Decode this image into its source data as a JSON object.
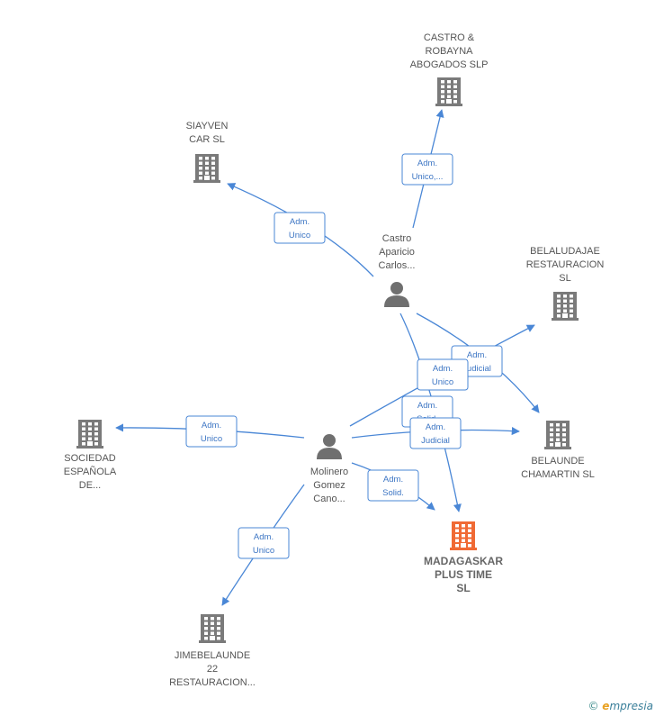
{
  "colors": {
    "edge": "#4a87d6",
    "company": "#7a7a7a",
    "highlight": "#f06a35",
    "person": "#6f6f6f"
  },
  "nodes": [
    {
      "id": "castro_robayna",
      "kind": "company",
      "label": [
        "CASTRO &",
        "ROBAYNA",
        "ABOGADOS  SLP"
      ]
    },
    {
      "id": "siayven",
      "kind": "company",
      "label": [
        "SIAYVEN",
        "CAR  SL"
      ]
    },
    {
      "id": "belaludajae",
      "kind": "company",
      "label": [
        "BELALUDAJAE",
        "RESTAURACION",
        "SL"
      ]
    },
    {
      "id": "castro_person",
      "kind": "person",
      "label": [
        "Castro",
        "Aparicio",
        "Carlos..."
      ]
    },
    {
      "id": "sociedad",
      "kind": "company",
      "label": [
        "SOCIEDAD",
        "ESPAÑOLA",
        "DE..."
      ]
    },
    {
      "id": "molinero",
      "kind": "person",
      "label": [
        "Molinero",
        "Gomez",
        "Cano..."
      ]
    },
    {
      "id": "belaunde",
      "kind": "company",
      "label": [
        "BELAUNDE",
        "CHAMARTIN SL"
      ]
    },
    {
      "id": "madagaskar",
      "kind": "highlight",
      "label": [
        "MADAGASKAR",
        "PLUS TIME",
        "SL"
      ]
    },
    {
      "id": "jimebelaunde",
      "kind": "company",
      "label": [
        "JIMEBELAUNDE",
        "22",
        "RESTAURACION..."
      ]
    }
  ],
  "edges": [
    {
      "from": "castro_person",
      "to": "castro_robayna",
      "label": [
        "Adm.",
        "Unico,..."
      ]
    },
    {
      "from": "castro_person",
      "to": "siayven",
      "label": [
        "Adm.",
        "Unico"
      ]
    },
    {
      "from": "castro_person",
      "to": "belaunde",
      "label": [
        "Adm.",
        "Judicial"
      ]
    },
    {
      "from": "castro_person",
      "to": "madagaskar",
      "label": [
        "Adm.",
        "Solid."
      ]
    },
    {
      "from": "molinero",
      "to": "belaludajae",
      "label": [
        "Adm.",
        "Unico"
      ]
    },
    {
      "from": "molinero",
      "to": "sociedad",
      "label": [
        "Adm.",
        "Unico"
      ]
    },
    {
      "from": "molinero",
      "to": "belaunde",
      "label": [
        "Adm.",
        "Judicial"
      ]
    },
    {
      "from": "molinero",
      "to": "madagaskar",
      "label": [
        "Adm.",
        "Solid."
      ]
    },
    {
      "from": "molinero",
      "to": "jimebelaunde",
      "label": [
        "Adm.",
        "Unico"
      ]
    }
  ],
  "watermark": {
    "symbol": "©",
    "brand_initial": "e",
    "brand_rest": "mpresia"
  }
}
